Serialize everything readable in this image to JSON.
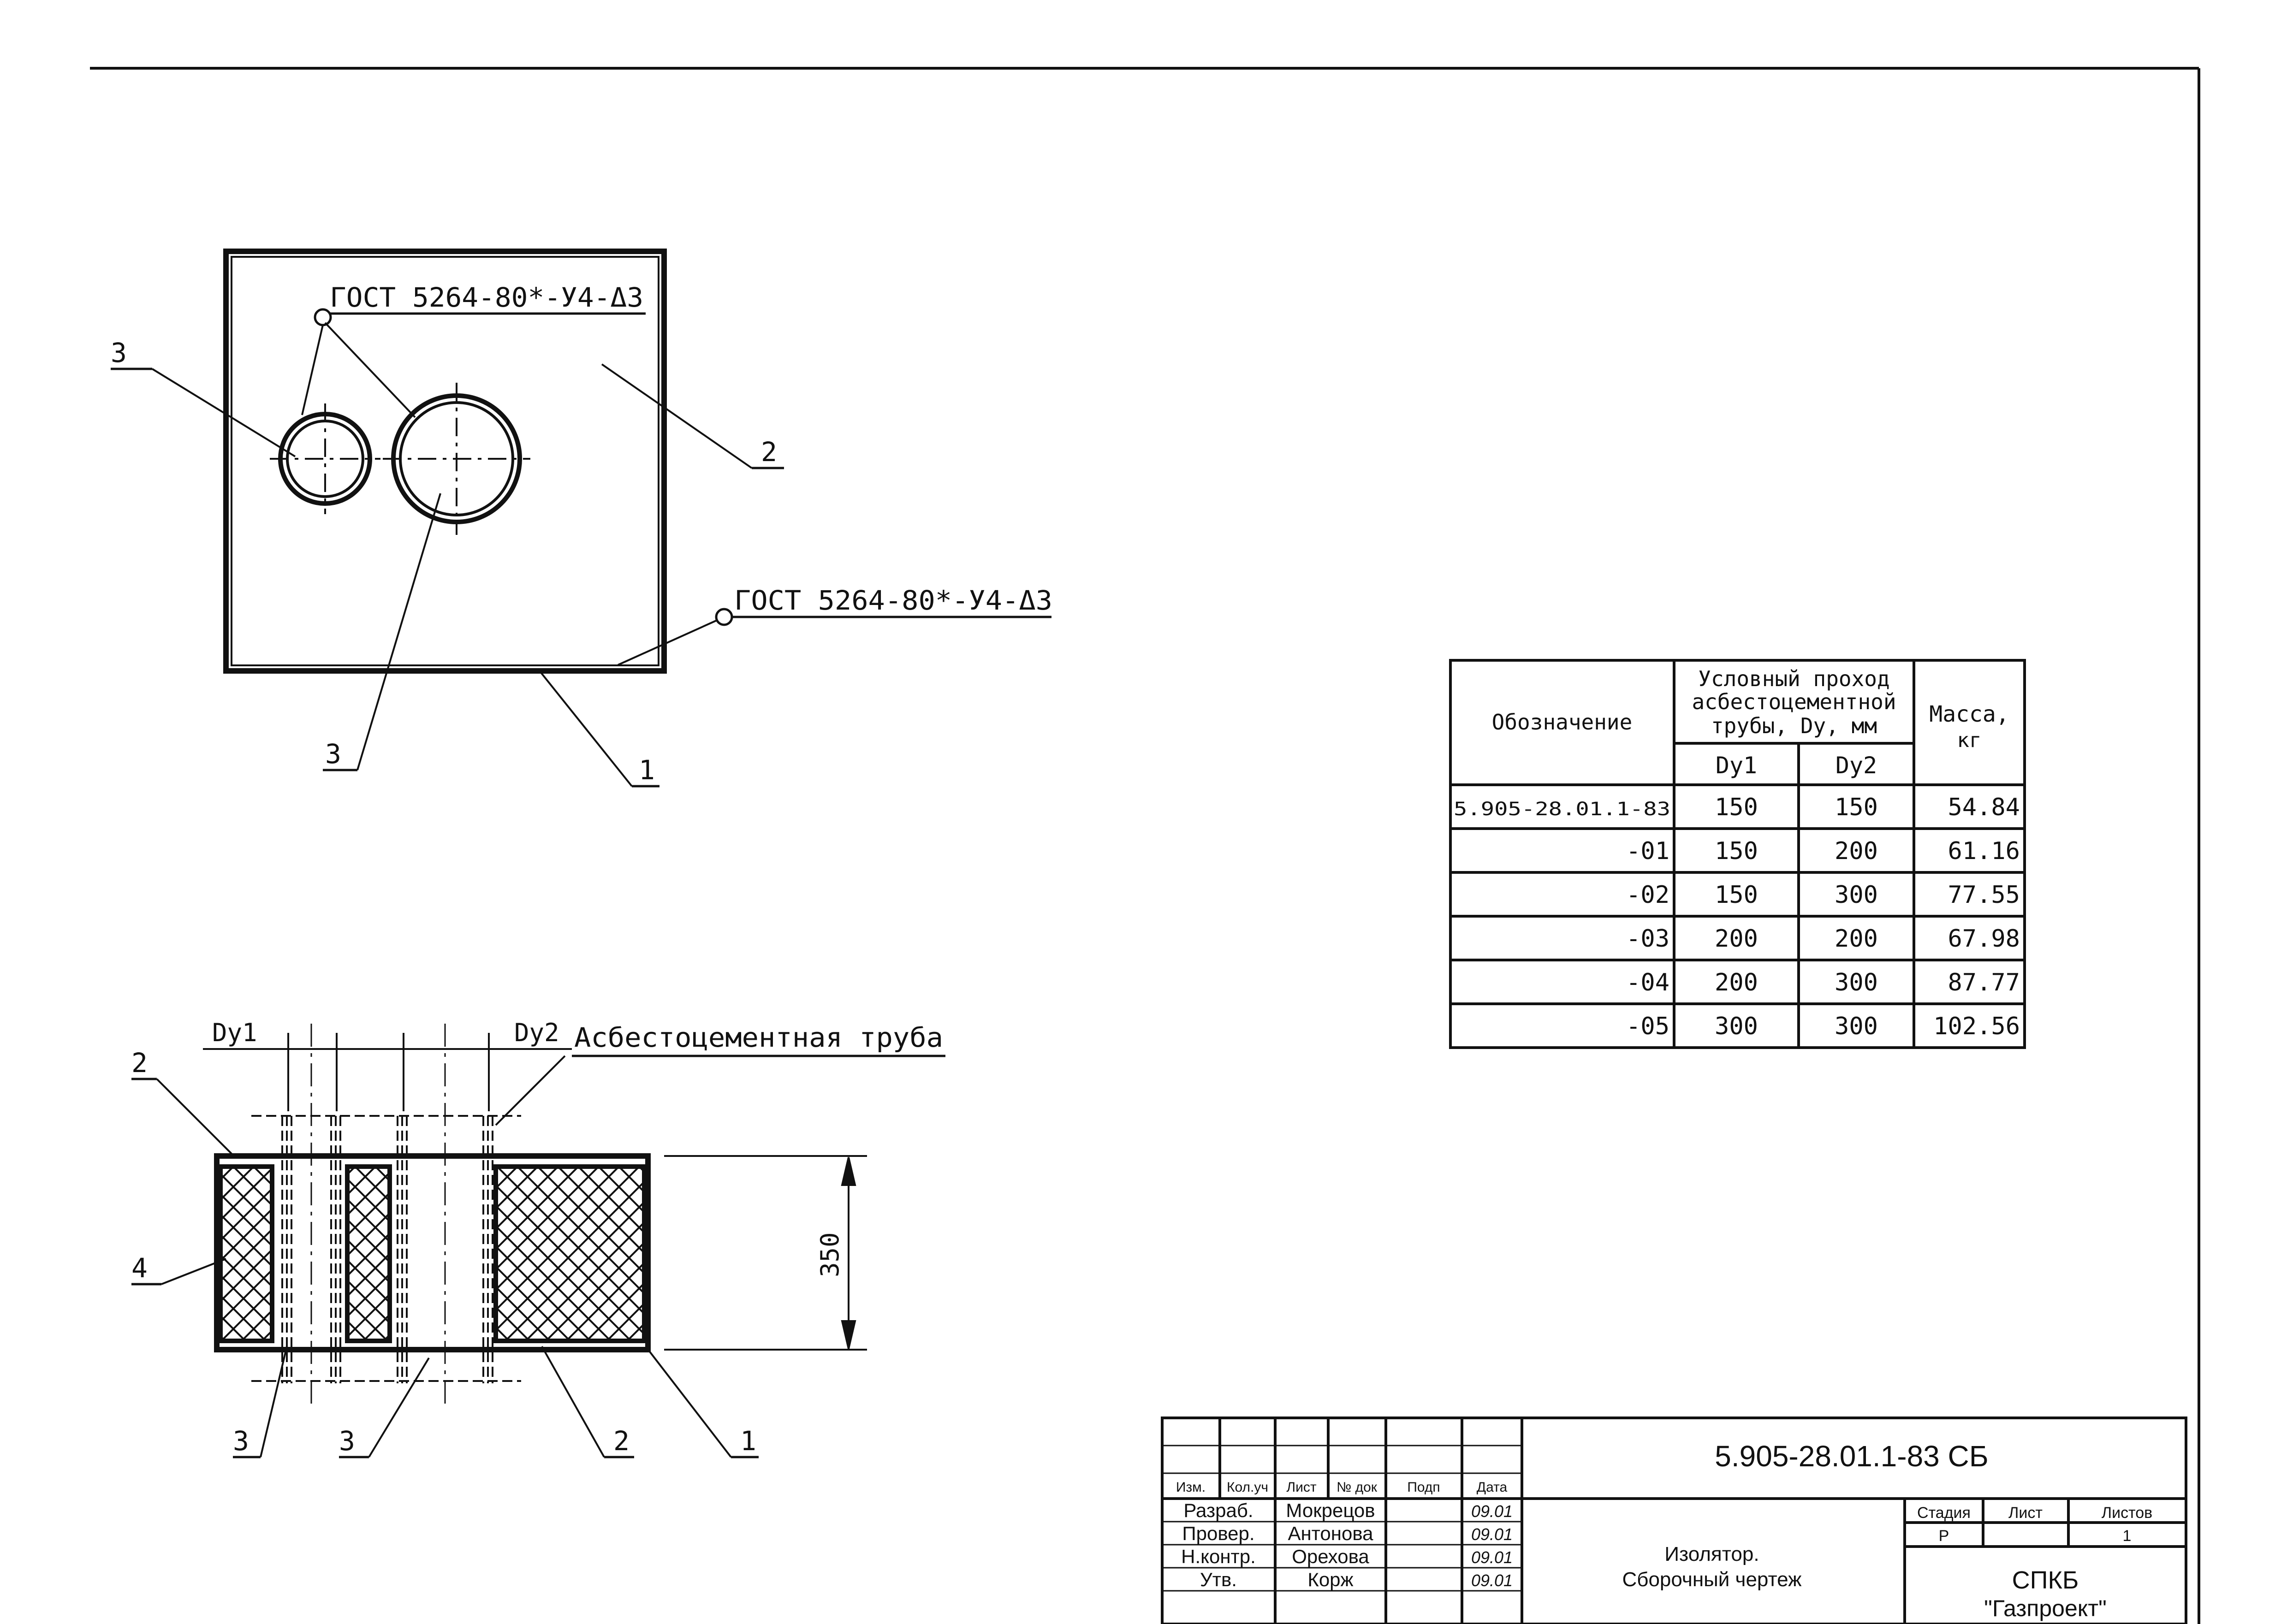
{
  "drawing": {
    "front_view": {
      "weld_note_1": "ГОСТ 5264-80*-У4-Δ3",
      "weld_note_2": "ГОСТ 5264-80*-У4-Δ3",
      "callouts": [
        "3",
        "2",
        "3",
        "1"
      ]
    },
    "section_view": {
      "dy1_label": "Dу1",
      "dy2_label": "Dу2",
      "pipe_label": "Асбестоцементная труба",
      "height_dim": "350",
      "callouts": [
        "2",
        "4",
        "3",
        "3",
        "2",
        "1"
      ]
    }
  },
  "spec_table": {
    "header_designation": "Обозначение",
    "header_pass": [
      "Условный проход",
      "асбестоцементной",
      "трубы, Dу, мм"
    ],
    "header_mass": [
      "Масса,",
      "кг"
    ],
    "sub_dy1": "Dу1",
    "sub_dy2": "Dу2",
    "rows": [
      {
        "designation": "5.905-28.01.1-83",
        "dy1": "150",
        "dy2": "150",
        "mass": "54.84"
      },
      {
        "designation": "-01",
        "dy1": "150",
        "dy2": "200",
        "mass": "61.16"
      },
      {
        "designation": "-02",
        "dy1": "150",
        "dy2": "300",
        "mass": "77.55"
      },
      {
        "designation": "-03",
        "dy1": "200",
        "dy2": "200",
        "mass": "67.98"
      },
      {
        "designation": "-04",
        "dy1": "200",
        "dy2": "300",
        "mass": "87.77"
      },
      {
        "designation": "-05",
        "dy1": "300",
        "dy2": "300",
        "mass": "102.56"
      }
    ]
  },
  "title_block": {
    "doc_code": "5.905-28.01.1-83 СБ",
    "col_headers": [
      "Изм.",
      "Кол.уч",
      "Лист",
      "№ док",
      "Подп",
      "Дата"
    ],
    "people": [
      {
        "role": "Разраб.",
        "name": "Мокрецов",
        "date": "09.01"
      },
      {
        "role": "Провер.",
        "name": "Антонова",
        "date": "09.01"
      },
      {
        "role": "Н.контр.",
        "name": "Орехова",
        "date": "09.01"
      },
      {
        "role": "Утв.",
        "name": "Корж",
        "date": "09.01"
      }
    ],
    "title_line1": "Изолятор.",
    "title_line2": "Сборочный чертеж",
    "stage_header": "Стадия",
    "sheet_header": "Лист",
    "sheets_header": "Листов",
    "stage": "Р",
    "sheets": "1",
    "org_line1": "СПКБ",
    "org_line2": "\"Газпроект\""
  }
}
